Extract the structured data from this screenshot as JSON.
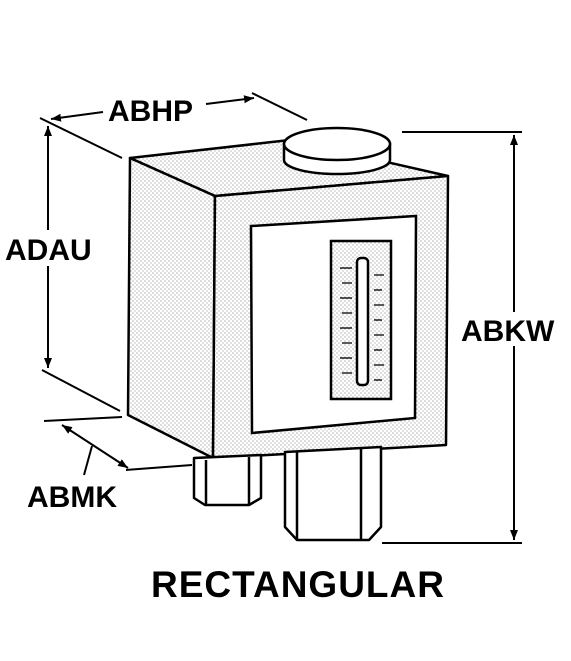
{
  "labels": {
    "width": "ABHP",
    "height": "ADAU",
    "overall_height": "ABKW",
    "depth": "ABMK"
  },
  "caption": "RECTANGULAR",
  "colors": {
    "ink": "#000000",
    "paper": "#ffffff",
    "stipple": "#555555"
  }
}
